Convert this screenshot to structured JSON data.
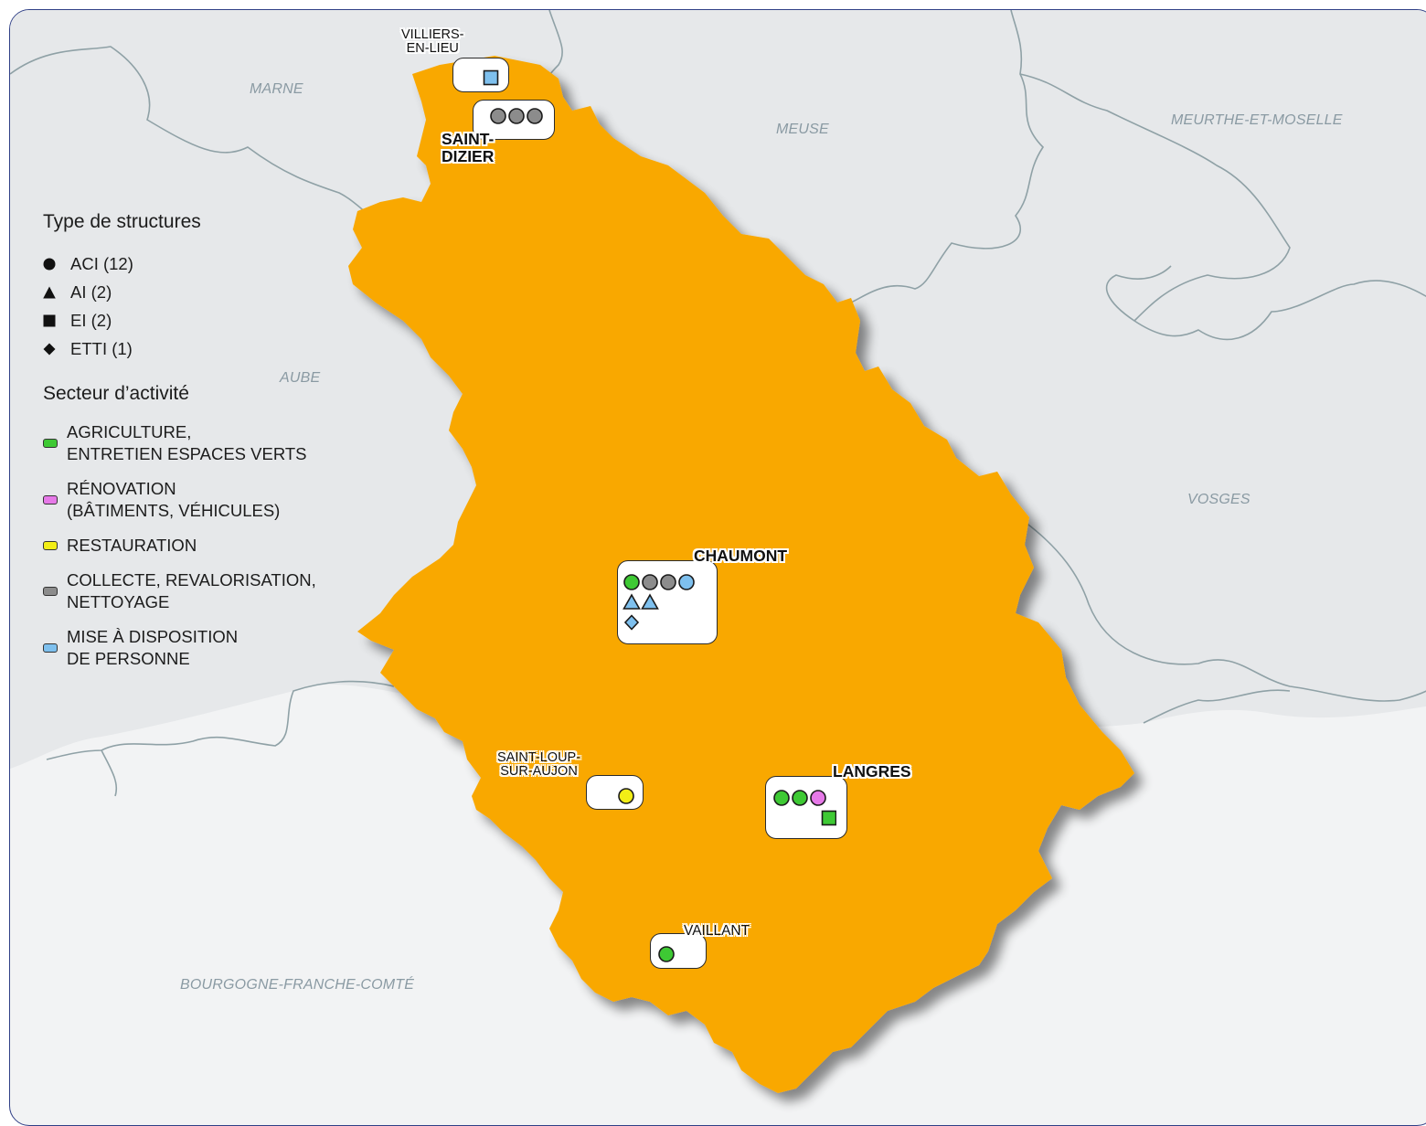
{
  "regions": {
    "marne": "MARNE",
    "meuse": "MEUSE",
    "meurthe": "MEURTHE-ET-MOSELLE",
    "aube": "AUBE",
    "vosges": "VOSGES",
    "bourgogne": "BOURGOGNE-FRANCHE-COMTÉ"
  },
  "legend": {
    "structures_title": "Type de structures",
    "structures": [
      {
        "shape": "circle",
        "label": "ACI (12)"
      },
      {
        "shape": "triangle",
        "label": "AI (2)"
      },
      {
        "shape": "square",
        "label": "EI (2)"
      },
      {
        "shape": "diamond",
        "label": "ETTI (1)"
      }
    ],
    "sectors_title": "Secteur d’activité",
    "sectors": [
      {
        "id": "agri",
        "color": "#3ec934",
        "line1": "AGRICULTURE,",
        "line2": "ENTRETIEN ESPACES VERTS"
      },
      {
        "id": "reno",
        "color": "#e679e8",
        "line1": "RÉNOVATION",
        "line2": "(BÂTIMENTS, VÉHICULES)"
      },
      {
        "id": "resto",
        "color": "#f2ee16",
        "line1": "RESTAURATION",
        "line2": ""
      },
      {
        "id": "collecte",
        "color": "#8c8c8c",
        "line1": "COLLECTE, REVALORISATION,",
        "line2": "NETTOYAGE"
      },
      {
        "id": "mise",
        "color": "#7ec0ee",
        "line1": "MISE À DISPOSITION",
        "line2": "DE PERSONNE"
      }
    ]
  },
  "cities": {
    "villiers": {
      "line1": "VILLIERS-",
      "line2": "EN-LIEU"
    },
    "saintdizier": {
      "line1": "SAINT-",
      "line2": "DIZIER"
    },
    "chaumont": "CHAUMONT",
    "saintloup": {
      "line1": "SAINT-LOUP-",
      "line2": "SUR-AUJON"
    },
    "langres": "LANGRES",
    "vaillant": "VAILLANT"
  },
  "markers": {
    "villiers": [
      {
        "shape": "square",
        "sector": "mise"
      }
    ],
    "saintdizier": [
      {
        "shape": "circle",
        "sector": "collecte"
      },
      {
        "shape": "circle",
        "sector": "collecte"
      },
      {
        "shape": "circle",
        "sector": "collecte"
      }
    ],
    "chaumont": [
      {
        "shape": "circle",
        "sector": "agri"
      },
      {
        "shape": "circle",
        "sector": "collecte"
      },
      {
        "shape": "circle",
        "sector": "collecte"
      },
      {
        "shape": "circle",
        "sector": "mise"
      },
      {
        "shape": "triangle",
        "sector": "mise"
      },
      {
        "shape": "triangle",
        "sector": "mise"
      },
      {
        "shape": "diamond",
        "sector": "mise"
      }
    ],
    "saintloup": [
      {
        "shape": "circle",
        "sector": "resto"
      }
    ],
    "langres": [
      {
        "shape": "circle",
        "sector": "agri"
      },
      {
        "shape": "circle",
        "sector": "agri"
      },
      {
        "shape": "circle",
        "sector": "reno"
      },
      {
        "shape": "square",
        "sector": "agri"
      }
    ],
    "vaillant": [
      {
        "shape": "circle",
        "sector": "agri"
      }
    ]
  },
  "colors": {
    "department": "#f9a800",
    "neighbor_land": "#e6e8ea",
    "south_land": "#f2f3f4",
    "frame": "#2f3f86",
    "border_line": "#8fa1a6"
  }
}
